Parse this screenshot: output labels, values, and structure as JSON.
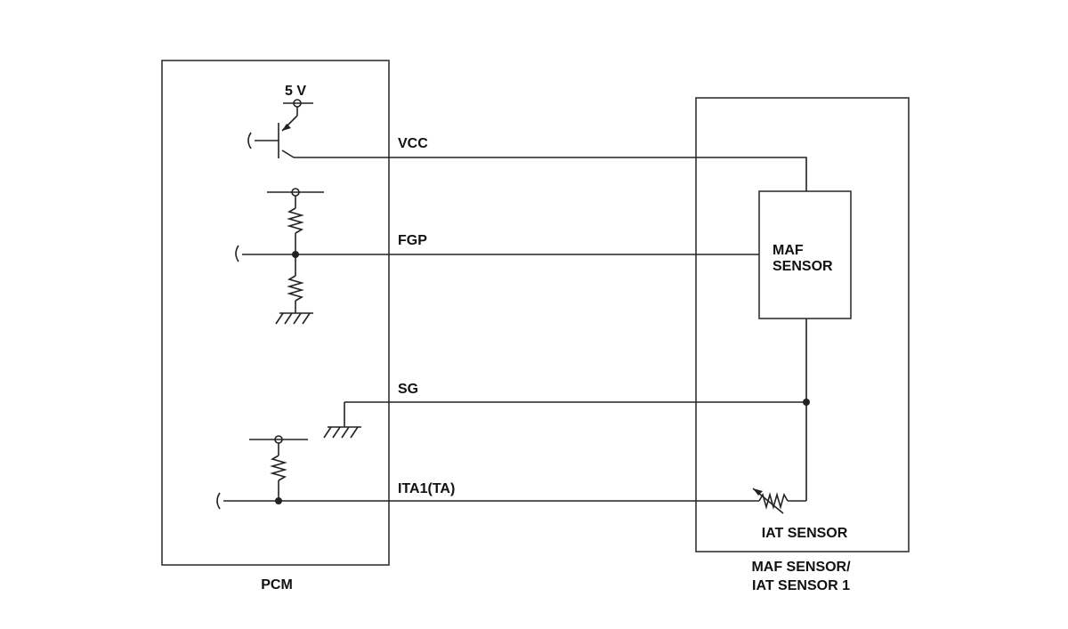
{
  "pcm": {
    "label": "PCM",
    "supply_label": "5 V"
  },
  "sensor_unit": {
    "label_line1": "MAF SENSOR/",
    "label_line2": "IAT SENSOR 1",
    "maf": {
      "label_line1": "MAF",
      "label_line2": "SENSOR"
    },
    "iat": {
      "label": "IAT SENSOR"
    }
  },
  "wires": [
    {
      "id": "vcc",
      "label": "VCC"
    },
    {
      "id": "fgp",
      "label": "FGP"
    },
    {
      "id": "sg",
      "label": "SG"
    },
    {
      "id": "ita1",
      "label": "ITA1(TA)"
    }
  ],
  "colors": {
    "line": "#222222",
    "text": "#111111",
    "background": "#ffffff"
  }
}
